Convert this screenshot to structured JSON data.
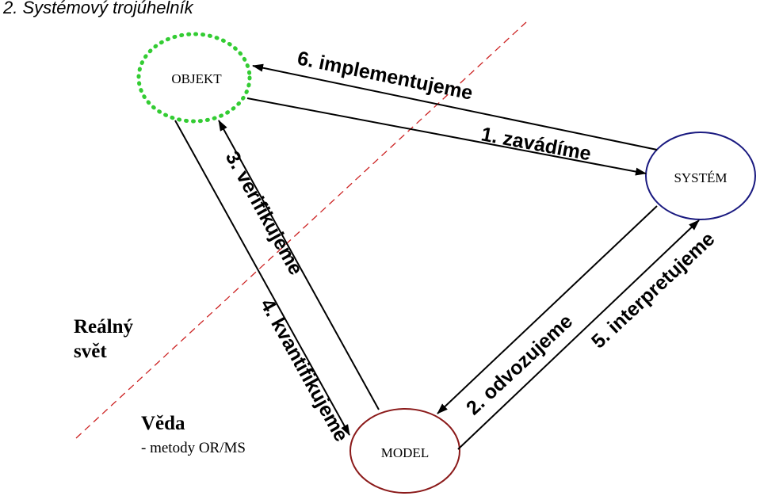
{
  "title": "2. Systémový trojúhelník",
  "nodes": {
    "objekt": "OBJEKT",
    "system": "SYSTÉM",
    "model": "MODEL"
  },
  "arrows": {
    "a1": "1. zavádíme",
    "a2": "2. odvozujeme",
    "a3": "3. verifikujeme",
    "a4": "4. kvantifikujeme",
    "a5": "5. interpretujeme",
    "a6": "6. implementujeme"
  },
  "regions": {
    "real_line1": "Reálný",
    "real_line2": "svět",
    "science_title": "Věda",
    "science_sub": "- metody OR/MS"
  },
  "colors": {
    "objekt_border": "#33cc33",
    "system_border": "#1a1a80",
    "model_border": "#8b1a1a",
    "divider": "#cc2222"
  }
}
